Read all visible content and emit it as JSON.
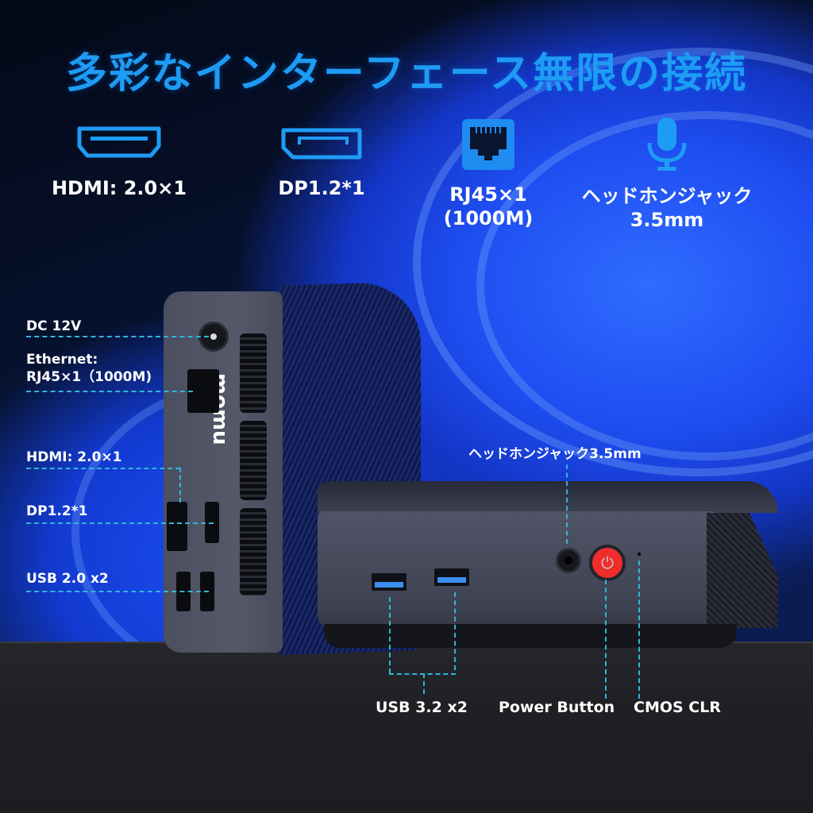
{
  "title": "多彩なインターフェース無限の接続",
  "colors": {
    "accent": "#1e9cf4",
    "callout_line": "#2fb7d8",
    "power_button": "#ef2d2d",
    "usb3_blue": "#3a8ff0"
  },
  "features": [
    {
      "icon": "hdmi-port-icon",
      "label": "HDMI: 2.0×1"
    },
    {
      "icon": "displayport-icon",
      "label": "DP1.2*1"
    },
    {
      "icon": "rj45-ethernet-icon",
      "label": "RJ45×1\n(1000M)"
    },
    {
      "icon": "microphone-headphone-jack-icon",
      "label": "ヘッドホンジャック\n3.5mm"
    }
  ],
  "rear_ports": [
    {
      "label": "DC 12V"
    },
    {
      "label": "Ethernet:\nRJ45×1（1000M)"
    },
    {
      "label": "HDMI: 2.0×1"
    },
    {
      "label": "DP1.2*1"
    },
    {
      "label": "USB 2.0 x2"
    }
  ],
  "front_ports": {
    "headphone": "ヘッドホンジャック3.5mm",
    "usb3": "USB 3.2 x2",
    "power": "Power Button",
    "cmos": "CMOS CLR"
  },
  "brand_logo": "momu",
  "power_glyph": "⏻"
}
